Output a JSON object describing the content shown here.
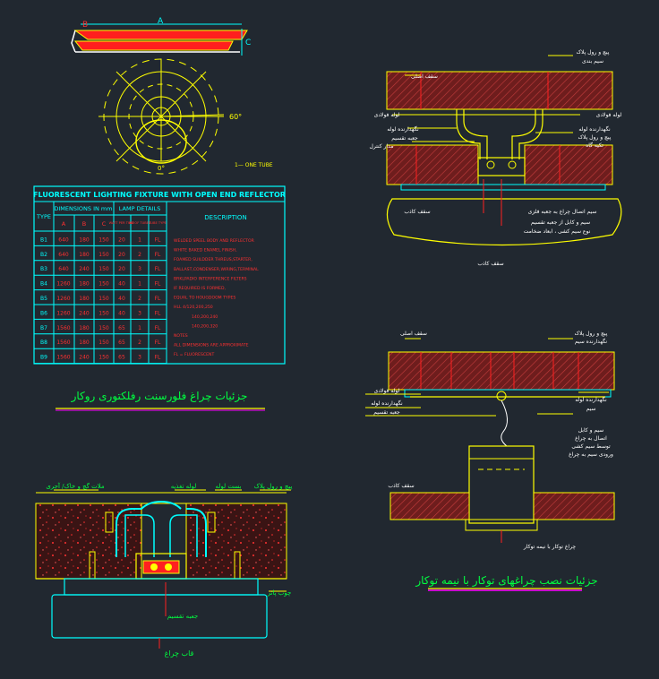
{
  "colors": {
    "background": "#212830",
    "line": "#ffff00",
    "cyan": "#00ffff",
    "red": "#ff2020",
    "white": "#ffffff",
    "green": "#00ff40",
    "magenta": "#ff00ff",
    "hatch": "#9b2a2a"
  },
  "fixture_dims": {
    "a": "A",
    "b": "B",
    "c": "C"
  },
  "polar": {
    "angle_label": "60°",
    "bottom_label": "0°",
    "legend": "1— ONE TUBE"
  },
  "table": {
    "title": "FLUORESCENT LIGHTING FIXTURE WITH OPEN END REFLECTOR",
    "col_type": "TYPE",
    "col_dimensions": "DIMENSIONS IN mm",
    "col_lamp": "LAMP DETAILS",
    "col_description": "DESCRIPTION",
    "sub_a": "A",
    "sub_b": "B",
    "sub_c": "C",
    "sub_watt": "WATT PER TUBE",
    "sub_count": "NO OF TUBES",
    "sub_tubetype": "TUBE TYPE",
    "rows": [
      [
        "B1",
        "640",
        "180",
        "150",
        "20",
        "1",
        "FL"
      ],
      [
        "B2",
        "640",
        "180",
        "150",
        "20",
        "2",
        "FL"
      ],
      [
        "B3",
        "640",
        "240",
        "150",
        "20",
        "3",
        "FL"
      ],
      [
        "B4",
        "1260",
        "180",
        "150",
        "40",
        "1",
        "FL"
      ],
      [
        "B5",
        "1260",
        "180",
        "150",
        "40",
        "2",
        "FL"
      ],
      [
        "B6",
        "1260",
        "240",
        "150",
        "40",
        "3",
        "FL"
      ],
      [
        "B7",
        "1560",
        "180",
        "150",
        "65",
        "1",
        "FL"
      ],
      [
        "B8",
        "1560",
        "180",
        "150",
        "65",
        "2",
        "FL"
      ],
      [
        "B9",
        "1560",
        "240",
        "150",
        "65",
        "3",
        "FL"
      ]
    ],
    "description_lines": [
      "WELDED SPEEL BODY AND REFLECTOR",
      "WHITE BAKED ENAMEL FINISH,",
      "FOAMED SUILDDER THREUS,STARTER,",
      "BALLAST,CONDENSER,WIRING,TERMINAL",
      "BRKLPADIO INTERFERENCE FILTERS",
      "IF REQUIRED IS FORMED,",
      "EQUAL TO HOUGDOOM TYPES",
      "HLL 4/120,200,250",
      "140,200,240",
      "140,200,320",
      "NOTES",
      "ALL DIMENSIONS ARE APPROXIMATE",
      "FL = FLUORESCENT"
    ]
  },
  "titles": {
    "left": "جزئیات چراغ فلورسنت رفلکتوری روکار",
    "right": "جزئیات نصب چراغهای توکار با نیمه توکار"
  },
  "labels_bottom_left": {
    "left_top": "ملات گچ و خاک/ آجری",
    "middle_top": "لوله تغذیه",
    "right_top_a": "بست لوله",
    "right_top_b": "پیچ و رول پلاک",
    "right_side": "چوب پاتر",
    "box": "جعبه تقسیم",
    "bottom": "قاب چراغ"
  },
  "labels_right_top": {
    "l1": "سقف اصلی",
    "l2": "لوله فولادی",
    "l3": "نگهدارنده لوله",
    "l4": "جعبه تقسیم",
    "l5": "مدار کنترل",
    "l6": "سقف کاذب",
    "r1": "پیچ و رول پلاک",
    "r2": "سیم بندی",
    "r3": "لوله فولادی",
    "r4": "نگهدارنده لوله",
    "r5": "پیچ و رول پلاک",
    "r6": "تکیه گاه",
    "m1": "سیم اتصال چراغ به جعبه فلزی",
    "m2": "سیم و کابل از جعبه تقسیم",
    "m3": "نوع سیم کشی ، ابعاد ضخامت",
    "bottom": "سقف کاذب"
  },
  "labels_right_bottom": {
    "l1": "سقف اصلی",
    "l2": "لوله فولادی",
    "l3": "نگهدارنده لوله",
    "l4": "جعبه تقسیم",
    "l5": "سقف کاذب",
    "r1": "پیچ و رول پلاک",
    "r2": "نگهدارنده سیم",
    "r3": "نگهدارنده لوله",
    "r4": "سیم",
    "r5": "سیم و کابل",
    "r6": "اتصال به چراغ",
    "r7": "توسط سیم کشی",
    "r8": "ورودی سیم به چراغ",
    "bottom": "چراغ توکار با نیمه توکار"
  }
}
